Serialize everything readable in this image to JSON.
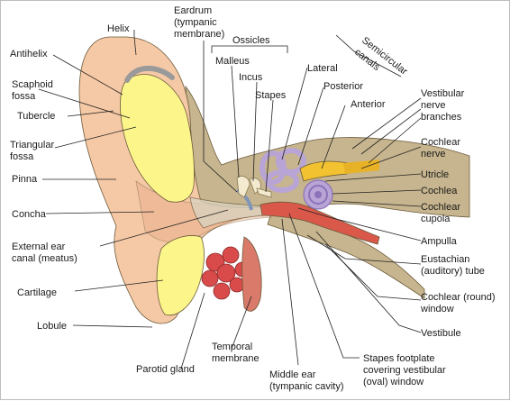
{
  "colors": {
    "skin": "#f6c9a6",
    "skin_dark": "#e8a985",
    "cartilage": "#fbf58a",
    "cartilage_border": "#c9bfa2",
    "bone": "#c6b58e",
    "bone_dark": "#a8956a",
    "canal": "#d9d2c0",
    "middle_ear": "#d9584a",
    "labyrinth": "#b9a4d6",
    "labyrinth_dark": "#8c72b8",
    "nerve": "#f2c230",
    "parotid": "#f5ed8a",
    "muscle": "#d97a6a"
  },
  "labels": {
    "helix": "Helix",
    "eardrum_1": "Eardrum",
    "eardrum_2": "(tympanic",
    "eardrum_3": "membrane)",
    "ossicles": "Ossicles",
    "semicircular_1": "Semicircular",
    "semicircular_2": "canals",
    "antihelix": "Antihelix",
    "malleus": "Malleus",
    "incus": "Incus",
    "lateral": "Lateral",
    "posterior": "Posterior",
    "scaphoid_1": "Scaphoid",
    "scaphoid_2": "fossa",
    "stapes": "Stapes",
    "anterior": "Anterior",
    "tubercle": "Tubercle",
    "vestibular_nerve_1": "Vestibular",
    "vestibular_nerve_2": "nerve",
    "vestibular_nerve_3": "branches",
    "triangular_1": "Triangular",
    "triangular_2": "fossa",
    "cochlear_nerve_1": "Cochlear",
    "cochlear_nerve_2": "nerve",
    "pinna": "Pinna",
    "utricle": "Utricle",
    "cochlea": "Cochlea",
    "concha": "Concha",
    "cochlear_cupola_1": "Cochlear",
    "cochlear_cupola_2": "cupola",
    "external_canal_1": "External ear",
    "external_canal_2": "canal (meatus)",
    "ampulla": "Ampulla",
    "eustachian_1": "Eustachian",
    "eustachian_2": "(auditory) tube",
    "cartilage": "Cartilage",
    "round_window_1": "Cochlear (round)",
    "round_window_2": "window",
    "lobule": "Lobule",
    "vestibule": "Vestibule",
    "temporal_1": "Temporal",
    "temporal_2": "membrane",
    "stapes_footplate_1": "Stapes footplate",
    "stapes_footplate_2": "covering vestibular",
    "stapes_footplate_3": "(oval) window",
    "parotid": "Parotid gland",
    "middle_ear_1": "Middle ear",
    "middle_ear_2": "(tympanic cavity)"
  }
}
